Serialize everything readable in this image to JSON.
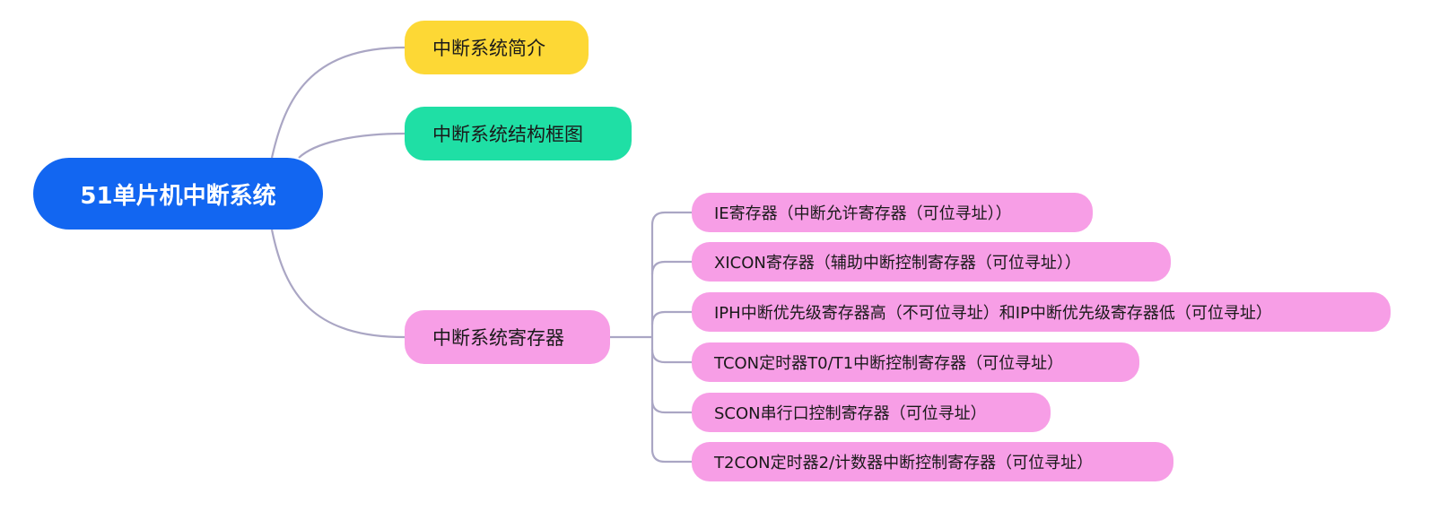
{
  "mindmap": {
    "root": {
      "label": "51单片机中断系统",
      "color": "#1266f1"
    },
    "branches": [
      {
        "label": "中断系统简介",
        "color": "#fdd835",
        "children": []
      },
      {
        "label": "中断系统结构框图",
        "color": "#1fdfa5",
        "children": []
      },
      {
        "label": "中断系统寄存器",
        "color": "#f79ee6",
        "children": [
          {
            "label": "IE寄存器（中断允许寄存器（可位寻址））"
          },
          {
            "label": "XICON寄存器（辅助中断控制寄存器（可位寻址））"
          },
          {
            "label": "IPH中断优先级寄存器高（不可位寻址）和IP中断优先级寄存器低（可位寻址）"
          },
          {
            "label": "TCON定时器T0/T1中断控制寄存器（可位寻址）"
          },
          {
            "label": "SCON串行口控制寄存器（可位寻址）"
          },
          {
            "label": "T2CON定时器2/计数器中断控制寄存器（可位寻址）"
          }
        ]
      }
    ],
    "connector_color": "#aaa6c4"
  }
}
